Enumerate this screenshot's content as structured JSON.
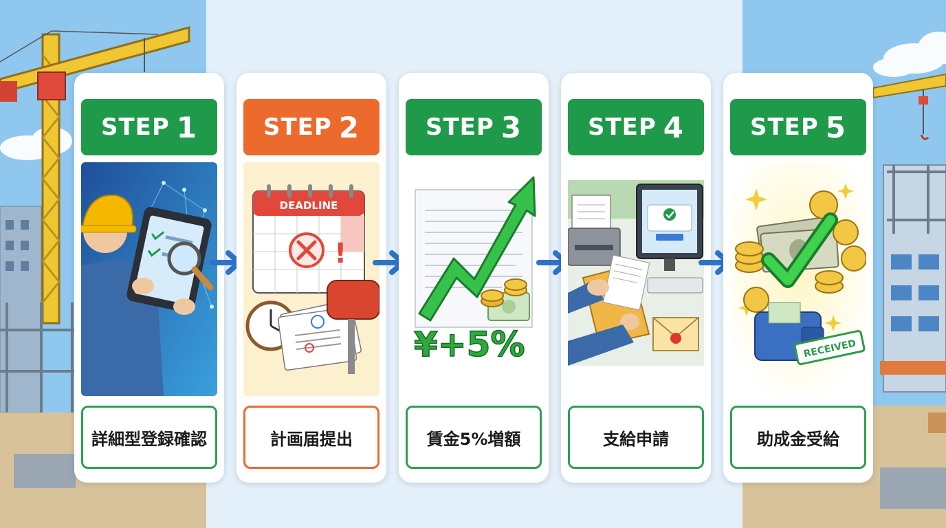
{
  "steps": [
    {
      "word": "STEP",
      "number": "1",
      "label": "詳細型登録確認",
      "color": "#1f9a4a",
      "border": "#2e9e55"
    },
    {
      "word": "STEP",
      "number": "2",
      "label": "計画届提出",
      "color": "#ec6a2c",
      "border": "#ec6a2c"
    },
    {
      "word": "STEP",
      "number": "3",
      "label": "賃金5%増額",
      "color": "#1f9a4a",
      "border": "#2e9e55"
    },
    {
      "word": "STEP",
      "number": "4",
      "label": "支給申請",
      "color": "#1f9a4a",
      "border": "#2e9e55"
    },
    {
      "word": "STEP",
      "number": "5",
      "label": "助成金受給",
      "color": "#1f9a4a",
      "border": "#2e9e55"
    }
  ],
  "illustrations": {
    "calendar_heading": "DEADLINE",
    "wage_increase": "¥+5%",
    "received_stamp": "RECEIVED"
  },
  "colors": {
    "arrow": "#2f73c9",
    "green": "#1f9a4a",
    "orange": "#ec6a2c"
  }
}
